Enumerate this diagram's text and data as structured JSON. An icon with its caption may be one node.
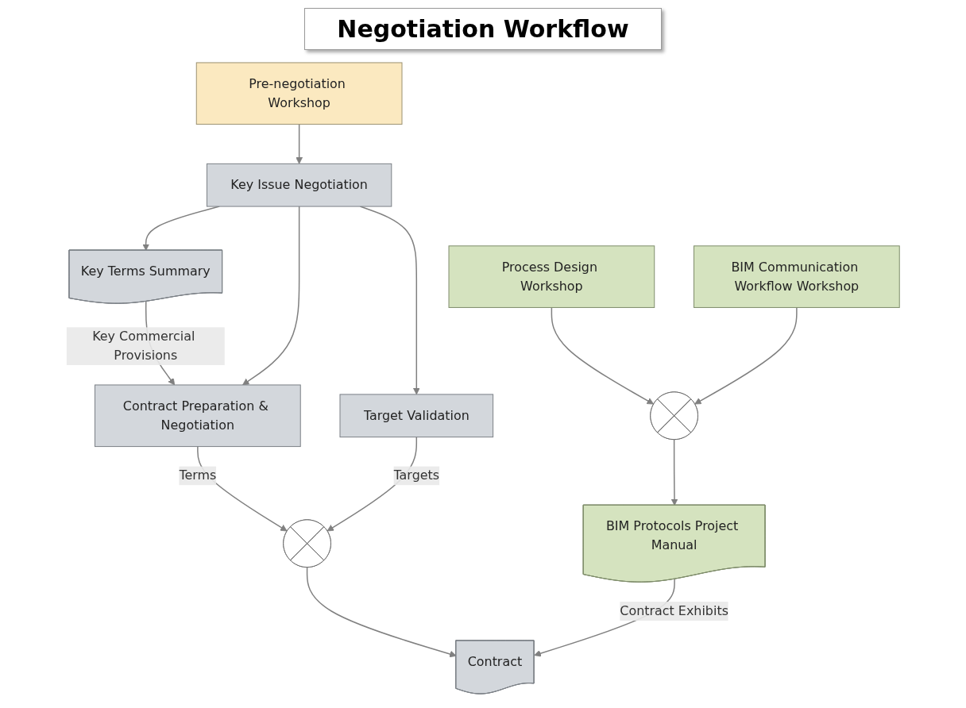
{
  "diagram": {
    "title": "Negotiation Workflow",
    "nodes": [
      {
        "text": [
          "Pre-negotiation Workshop"
        ]
      },
      {
        "text": [
          "Key Terms Summary"
        ]
      },
      {
        "text": [
          "Key Issue Negotiation"
        ]
      },
      {
        "text": [
          "Process Design Workshop"
        ]
      },
      {
        "text": [],
        "shape": "circle"
      },
      {
        "text": [
          "BIM Protocols Project Manual"
        ]
      },
      {
        "text": [
          "Contract Preparation & Negotiation"
        ]
      },
      {
        "text": [
          "Target Validation"
        ]
      },
      {
        "text": [
          "BIM Communication Workflow Workshop"
        ]
      },
      {
        "text": [],
        "shape": "circle"
      },
      {
        "text": [
          "Contract"
        ]
      }
    ],
    "edges": [
      {
        "from": 0,
        "to": 2,
        "arrow": "to"
      },
      {
        "from": 2,
        "to": 1,
        "arrow": "to"
      },
      {
        "from": 1,
        "to": 6,
        "arrow": "to",
        "label": "Key Commercial Provisions"
      },
      {
        "from": 2,
        "to": 6,
        "arrow": "to"
      },
      {
        "from": 2,
        "to": 7,
        "arrow": "to"
      },
      {
        "from": 3,
        "to": 4,
        "arrow": "to"
      },
      {
        "from": 8,
        "to": 4,
        "arrow": "to"
      },
      {
        "from": 4,
        "to": 5,
        "arrow": "to"
      },
      {
        "from": 6,
        "to": 9,
        "arrow": "to",
        "label": "Terms"
      },
      {
        "from": 7,
        "to": 9,
        "arrow": "to",
        "label": "Targets"
      },
      {
        "from": 9,
        "to": 10,
        "arrow": "to"
      },
      {
        "from": 5,
        "to": 10,
        "arrow": "to",
        "label": "Contract Exhibits"
      }
    ]
  }
}
